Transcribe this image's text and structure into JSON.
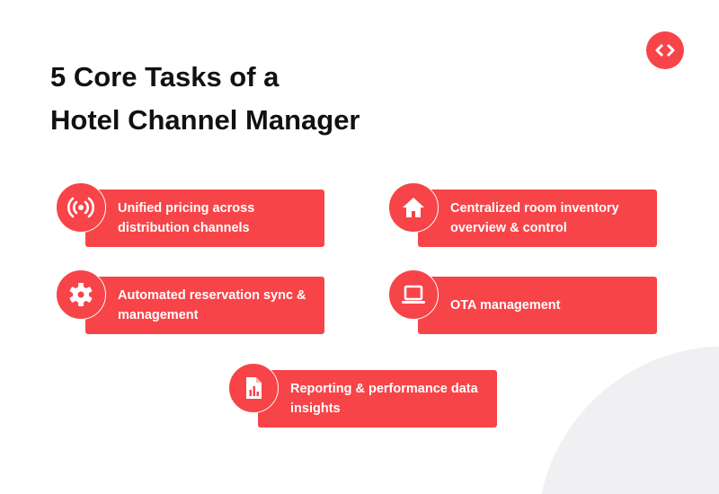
{
  "title": [
    "5 Core Tasks of a",
    "Hotel Channel Manager"
  ],
  "colors": {
    "accent": "#f74448",
    "background_shape": "#f0f0f2"
  },
  "logo_icon": "code-brackets-icon",
  "tasks": [
    {
      "label": "Unified pricing across distribution channels",
      "icon": "broadcast-icon"
    },
    {
      "label": "Centralized room inventory overview & control",
      "icon": "house-icon"
    },
    {
      "label": "Automated reservation sync & management",
      "icon": "gear-icon"
    },
    {
      "label": "OTA management",
      "icon": "laptop-icon"
    },
    {
      "label": "Reporting & performance data insights",
      "icon": "report-chart-icon"
    }
  ]
}
